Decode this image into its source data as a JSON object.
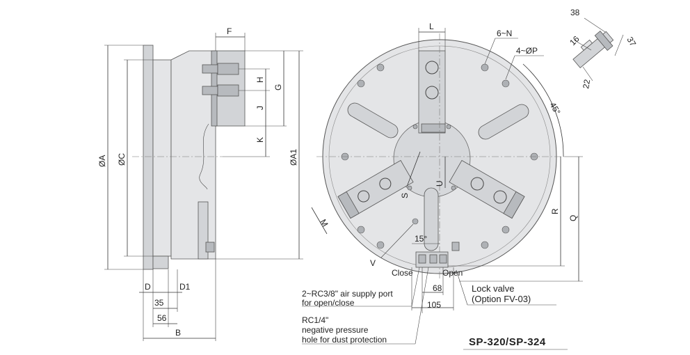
{
  "side_view": {
    "dims": {
      "dia_a": "ØA",
      "dia_c": "ØC",
      "dia_a1": "ØA1",
      "f": "F",
      "h": "H",
      "j": "J",
      "g": "G",
      "k": "K",
      "d": "D",
      "d1": "D1",
      "v35": "35",
      "v56": "56",
      "b": "B"
    }
  },
  "front_view": {
    "dims": {
      "l": "L",
      "n": "6~N",
      "p": "4~ØP",
      "angle45": "45°",
      "u": "U",
      "s": "S",
      "m": "M",
      "angle15": "15°",
      "v": "V",
      "r": "R",
      "q": "Q",
      "v68": "68",
      "v105": "105"
    },
    "labels": {
      "close": "Close",
      "open": "Open"
    }
  },
  "detail_view": {
    "dims": {
      "v38": "38",
      "v16": "16",
      "v37": "37",
      "v22": "22"
    }
  },
  "notes": {
    "air_supply_line1": "2~RC3/8\" air supply port",
    "air_supply_line2": "for open/close",
    "negative_line1": "RC1/4\"",
    "negative_line2": "negative pressure",
    "negative_line3": "hole for dust protection",
    "lock_valve_line1": "Lock valve",
    "lock_valve_line2": "(Option FV-03)"
  },
  "title": "SP-320/SP-324"
}
